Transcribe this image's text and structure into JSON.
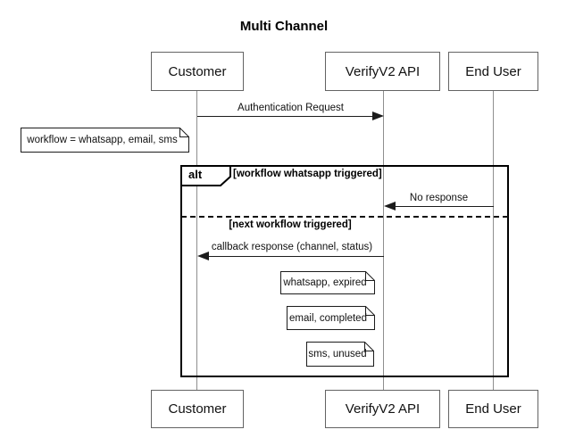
{
  "diagram": {
    "title": "Multi Channel"
  },
  "participants": [
    {
      "id": "customer",
      "name": "Customer"
    },
    {
      "id": "verifyv2-api",
      "name": "VerifyV2 API"
    },
    {
      "id": "end-user",
      "name": "End User"
    }
  ],
  "messages": [
    {
      "label": "Authentication Request",
      "from": "Customer",
      "to": "VerifyV2 API"
    },
    {
      "label": "No response",
      "from": "End User",
      "to": "VerifyV2 API"
    },
    {
      "label": "callback response (channel, status)",
      "from": "VerifyV2 API",
      "to": "Customer"
    }
  ],
  "fragment": {
    "operator": "alt",
    "guards": [
      "[workflow whatsapp triggered]",
      "[next workflow triggered]"
    ]
  },
  "notes": [
    {
      "text": "workflow = whatsapp, email, sms"
    },
    {
      "text": "whatsapp, expired"
    },
    {
      "text": "email, completed"
    },
    {
      "text": "sms, unused"
    }
  ],
  "colors": {
    "line": "#1c1c1c",
    "frame": "#000000",
    "participant_border": "#636363",
    "lifeline": "#8f8f8f",
    "background": "#ffffff"
  }
}
